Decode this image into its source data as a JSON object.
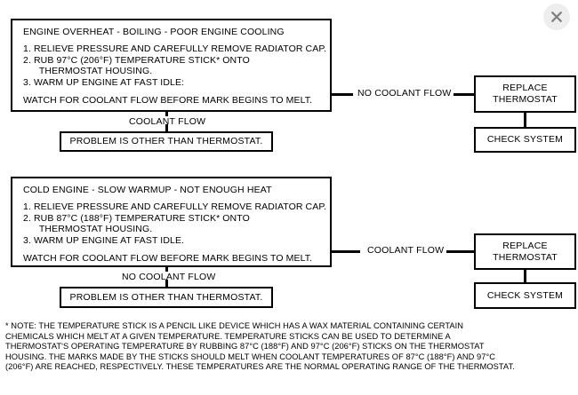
{
  "close_button": {
    "icon": "close-icon",
    "label": "Close"
  },
  "colors": {
    "line": "#000000",
    "background": "#ffffff",
    "close_circle": "#eeeeee",
    "close_glyph": "#808080"
  },
  "groups": [
    {
      "id": "overheat",
      "panel": {
        "heading": "ENGINE OVERHEAT - BOILING - POOR ENGINE COOLING",
        "steps": [
          "1. RELIEVE PRESSURE AND CAREFULLY REMOVE RADIATOR CAP.",
          "2. RUB 97°C (206°F) TEMPERATURE STICK* ONTO",
          "      THERMOSTAT HOUSING.",
          "3. WARM UP ENGINE AT FAST IDLE:"
        ],
        "footer": "WATCH FOR COOLANT FLOW BEFORE MARK BEGINS TO MELT."
      },
      "right_branch_label": "NO COOLANT FLOW",
      "down_branch_label": "COOLANT FLOW",
      "result_box": "PROBLEM IS OTHER THAN THERMOSTAT.",
      "action_box": "REPLACE THERMOSTAT",
      "action_box_line1": "REPLACE",
      "action_box_line2": "THERMOSTAT",
      "followup_box": "CHECK SYSTEM"
    },
    {
      "id": "cold",
      "panel": {
        "heading": "COLD ENGINE - SLOW WARMUP - NOT ENOUGH HEAT",
        "steps": [
          "1. RELIEVE PRESSURE AND CAREFULLY REMOVE RADIATOR CAP.",
          "2. RUB 87°C (188°F) TEMPERATURE STICK* ONTO",
          "      THERMOSTAT HOUSING.",
          "3. WARM UP ENGINE AT FAST IDLE."
        ],
        "footer": "WATCH FOR COOLANT FLOW BEFORE MARK BEGINS TO MELT."
      },
      "right_branch_label": "COOLANT FLOW",
      "down_branch_label": "NO COOLANT FLOW",
      "result_box": "PROBLEM IS OTHER THAN THERMOSTAT.",
      "action_box": "REPLACE THERMOSTAT",
      "action_box_line1": "REPLACE",
      "action_box_line2": "THERMOSTAT",
      "followup_box": "CHECK SYSTEM"
    }
  ],
  "footnote": {
    "lines": [
      "* NOTE: THE TEMPERATURE STICK IS A PENCIL LIKE DEVICE WHICH HAS A WAX MATERIAL CONTAINING CERTAIN",
      "CHEMICALS WHICH MELT AT A GIVEN TEMPERATURE. TEMPERATURE STICKS CAN BE USED TO DETERMINE A",
      "THERMOSTAT'S OPERATING TEMPERATURE BY RUBBING 87°C (188°F) AND 97°C (206°F) STICKS ON THE THERMOSTAT",
      "HOUSING. THE MARKS MADE BY THE STICKS SHOULD MELT WHEN COOLANT TEMPERATURES OF 87°C (188°F) AND 97°C",
      "(206°F) ARE REACHED, RESPECTIVELY. THESE TEMPERATURES ARE THE NORMAL OPERATING RANGE OF THE THERMOSTAT."
    ]
  }
}
